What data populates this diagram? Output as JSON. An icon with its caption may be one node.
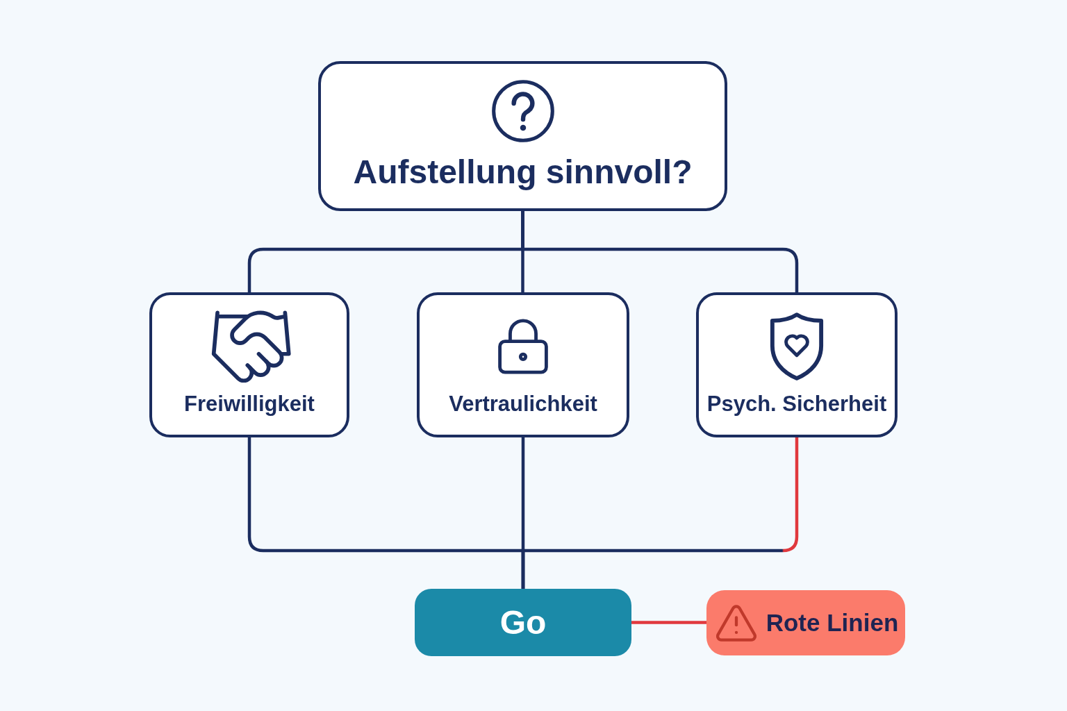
{
  "diagram": {
    "nodes": [
      {
        "text": [
          "Aufstellung sinnvoll?"
        ]
      },
      {
        "text": [
          "Freiwilligkeit"
        ]
      },
      {
        "text": [
          "Vertraulichkeit"
        ]
      },
      {
        "text": [
          "Psych. Sicherheit"
        ]
      },
      {
        "text": [
          "Go"
        ]
      },
      {
        "text": [
          "Rote Linien"
        ]
      }
    ],
    "edges": [
      {
        "from": 0,
        "to": 1,
        "arrow": "none"
      },
      {
        "from": 0,
        "to": 2,
        "arrow": "none"
      },
      {
        "from": 0,
        "to": 3,
        "arrow": "none"
      },
      {
        "from": 1,
        "to": 4,
        "arrow": "none"
      },
      {
        "from": 2,
        "to": 4,
        "arrow": "none"
      },
      {
        "from": 3,
        "to": 4,
        "arrow": "none",
        "color": "#e0393e"
      },
      {
        "from": 4,
        "to": 5,
        "arrow": "none",
        "color": "#e0393e"
      }
    ]
  }
}
